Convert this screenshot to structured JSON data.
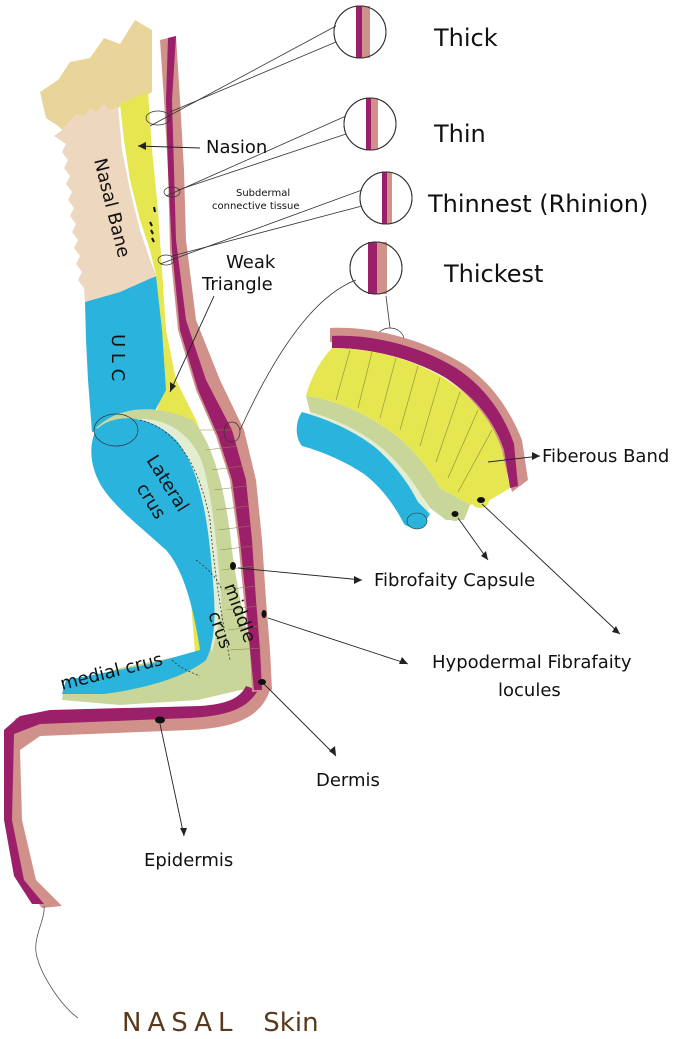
{
  "colors": {
    "dermis": "#d0918a",
    "epidermis": "#9c1f6a",
    "fibrous_band": "#e5e650",
    "cartilage": "#2ab4dd",
    "nasal_bone": "#eed7bf",
    "frontal_bone": "#e9d59a",
    "capsule": "#c8d69a",
    "capsule_light": "#e3edd2",
    "title": "#5a3a1c"
  },
  "labels": {
    "thick": "Thick",
    "thin": "Thin",
    "thinnest": "Thinnest (Rhinion)",
    "thickest": "Thickest",
    "nasion": "Nasion",
    "subdermal_line1": "Subdermal",
    "subdermal_line2": "connective tissue",
    "weak_line1": "Weak",
    "weak_line2": "Triangle",
    "nasal_bane": "Nasal Bane",
    "ulc": "U L C",
    "lateral_line1": "Lateral",
    "lateral_line2": "crus",
    "middle_line1": "middle",
    "middle_line2": "crus",
    "medial_crus": "medial crus",
    "fiberous_band": "Fiberous Band",
    "fibrofaity_capsule": "Fibrofaity Capsule",
    "hypodermal_line1": "Hypodermal Fibrafaity",
    "hypodermal_line2": "locules",
    "dermis": "Dermis",
    "epidermis": "Epidermis"
  },
  "footer": {
    "word1": "NASAL",
    "word2": "Skin"
  }
}
